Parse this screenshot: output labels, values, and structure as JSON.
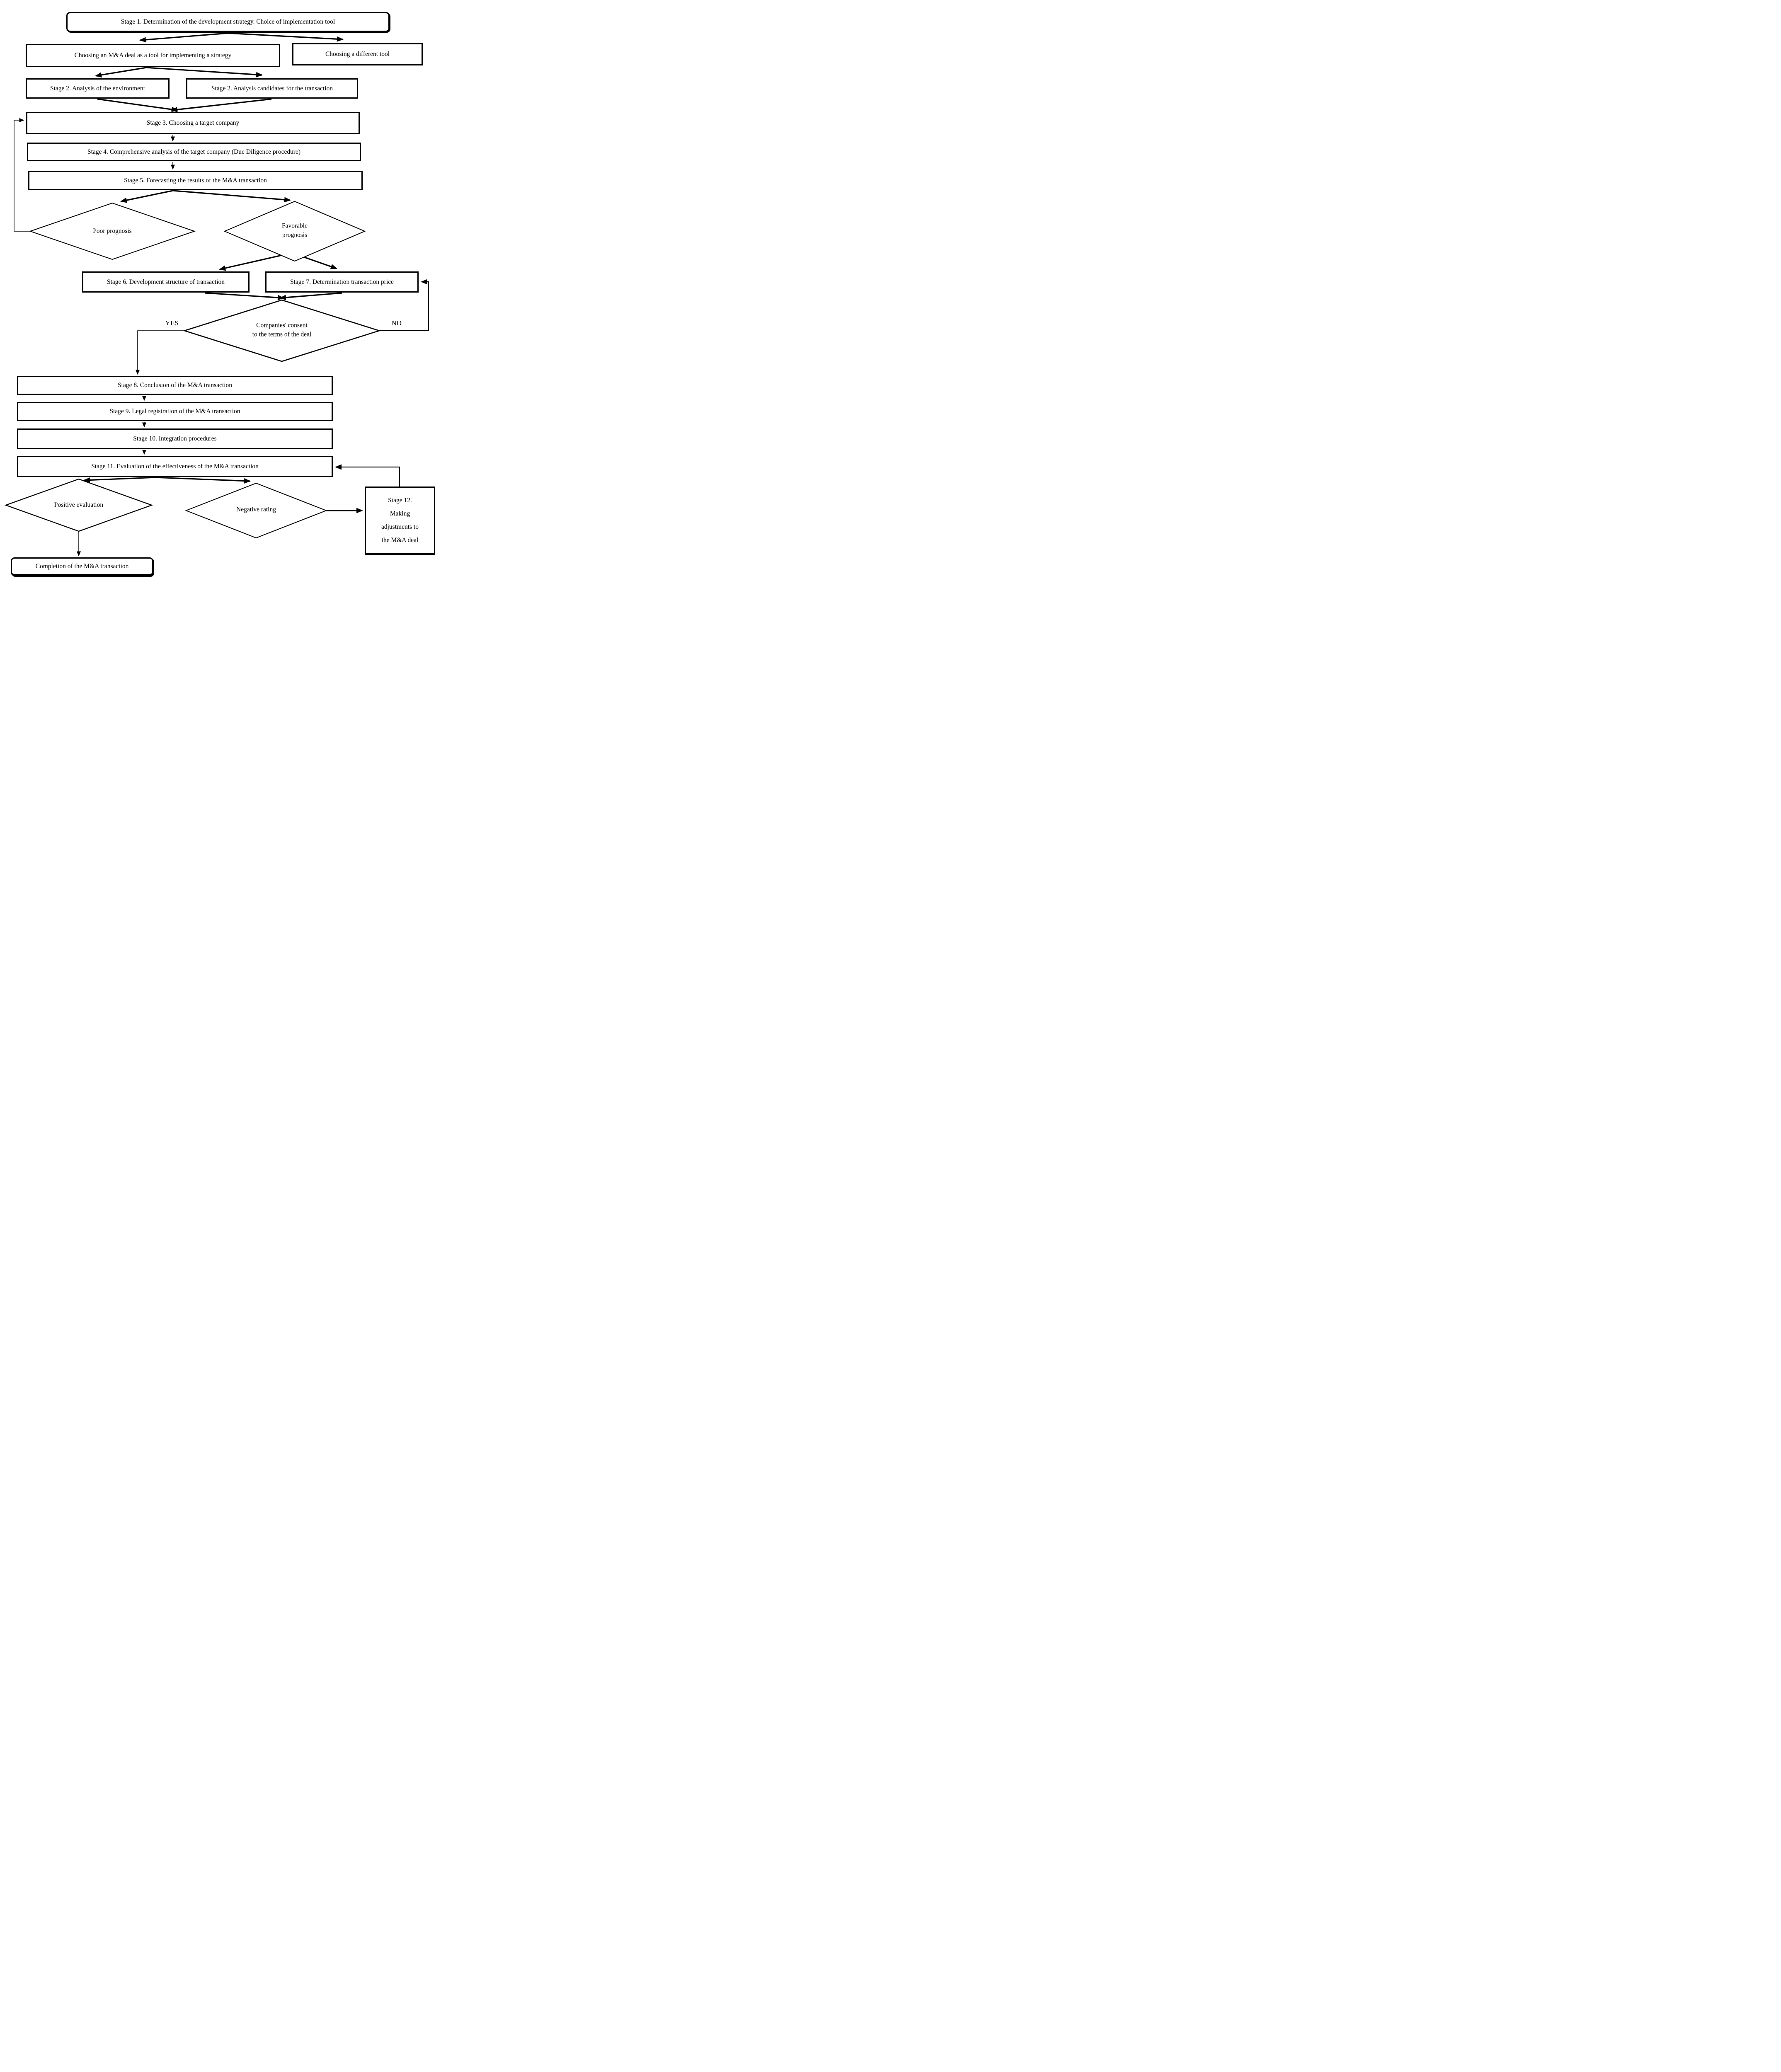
{
  "nodes": {
    "stage1": {
      "label": "Stage 1. Determination of the development strategy. Choice of implementation tool"
    },
    "choosing_ma": {
      "label": "Choosing an M&A deal as a tool for implementing a strategy"
    },
    "choosing_other": {
      "label": "Choosing a different tool"
    },
    "stage2_env": {
      "label": "Stage 2. Analysis of the environment"
    },
    "stage2_candidates": {
      "label": "Stage 2. Analysis candidates for the transaction"
    },
    "stage3": {
      "label": "Stage 3. Choosing a target company"
    },
    "stage4": {
      "label": "Stage 4. Comprehensive analysis of the target company (Due Diligence procedure)"
    },
    "stage5": {
      "label": "Stage 5. Forecasting the results of the M&A transaction"
    },
    "poor_prognosis": {
      "label": "Poor prognosis"
    },
    "favorable_prognosis": {
      "label": "Favorable\nprognosis"
    },
    "stage6": {
      "label": "Stage 6. Development structure of transaction"
    },
    "stage7": {
      "label": "Stage 7. Determination transaction price"
    },
    "consent": {
      "label": "Companies' consent\nto the terms of the deal"
    },
    "stage8": {
      "label": "Stage 8. Conclusion of the M&A transaction"
    },
    "stage9": {
      "label": "Stage 9. Legal registration of the M&A transaction"
    },
    "stage10": {
      "label": "Stage 10. Integration procedures"
    },
    "stage11": {
      "label": "Stage 11. Evaluation of the effectiveness of the M&A transaction"
    },
    "positive_evaluation": {
      "label": "Positive evaluation"
    },
    "negative_rating": {
      "label": "Negative rating"
    },
    "stage12": {
      "label": "Stage 12.\nMaking\nadjustments to\nthe M&A deal"
    },
    "completion": {
      "label": "Completion of the M&A transaction"
    }
  },
  "edge_labels": {
    "yes": "YES",
    "no": "NO"
  },
  "colors": {
    "line": "#000000",
    "background": "#ffffff",
    "text": "#000000"
  }
}
